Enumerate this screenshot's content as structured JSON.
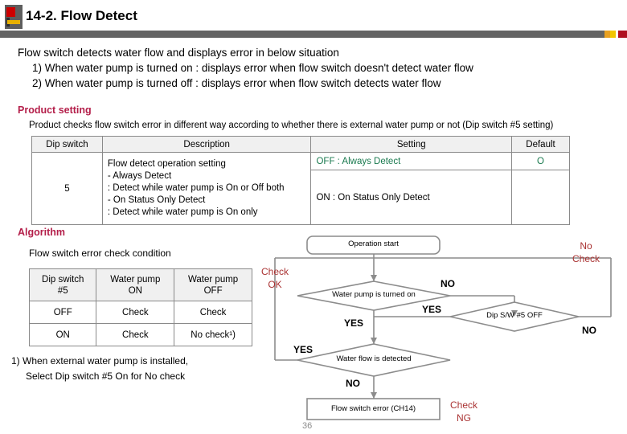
{
  "header": {
    "title": "14-2. Flow Detect",
    "logo_icon": "company-logo-icon",
    "rule_colors": {
      "gray": "#636363",
      "light_gray": "#b3b3b3",
      "orange": "#e8a020",
      "yellow": "#f2c500",
      "red": "#b01020"
    }
  },
  "intro": {
    "line0": "Flow switch detects water flow and displays error in below situation",
    "line1": "1) When water pump is turned on  : displays error when flow switch doesn't detect water flow",
    "line2": "2) When water pump is turned off  : displays error when flow switch detects water flow"
  },
  "product_setting": {
    "heading": "Product setting",
    "heading_color": "#b41f4a",
    "subtitle": "Product checks flow switch error in different way according to whether there is external water pump or not (Dip switch #5 setting)",
    "table": {
      "columns": [
        "Dip switch",
        "Description",
        "Setting",
        "Default"
      ],
      "dip_switch": "5",
      "description_lines": [
        "Flow detect operation setting",
        "- Always Detect",
        "  : Detect while water pump is On or Off both",
        "- On Status Only Detect",
        "  : Detect while water pump is On only"
      ],
      "setting_off": "OFF : Always Detect",
      "setting_on": "ON   : On Status Only Detect",
      "default_value": "O",
      "highlight_color": "#1a7a4f"
    }
  },
  "algorithm": {
    "heading": "Algorithm",
    "heading_color": "#b41f4a",
    "subtitle": "Flow switch error check condition",
    "table": {
      "columns": [
        "Dip switch\n#5",
        "Water pump\nON",
        "Water pump\nOFF"
      ],
      "col0_line1": "Dip switch",
      "col0_line2": "#5",
      "col1_line1": "Water pump",
      "col1_line2": "ON",
      "col2_line1": "Water pump",
      "col2_line2": "OFF",
      "rows": [
        [
          "OFF",
          "Check",
          "Check"
        ],
        [
          "ON",
          "Check",
          "No check¹)"
        ]
      ]
    },
    "footnote_line1": "1) When external water pump is installed,",
    "footnote_line2": "Select Dip switch #5 On for No check"
  },
  "flowchart": {
    "start": "Operation start",
    "decision1": "Water pump is turned on",
    "decision2": "Dip S/W #5 OFF",
    "decision3": "Water flow is detected",
    "terminal": "Flow switch error (CH14)",
    "branch_no_1": "NO",
    "branch_yes_1": "YES",
    "branch_yes_2": "YES",
    "branch_no_2": "NO",
    "branch_yes_3": "YES",
    "branch_no_3": "NO",
    "note_check_ok": "Check\nOK",
    "note_check_ok_l1": "Check",
    "note_check_ok_l2": "OK",
    "note_no_check_l1": "No",
    "note_no_check_l2": "Check",
    "note_check_ng_l1": "Check",
    "note_check_ng_l2": "NG",
    "note_color": "#aa3333",
    "line_color": "#8c8c8c"
  },
  "page_number": "36"
}
